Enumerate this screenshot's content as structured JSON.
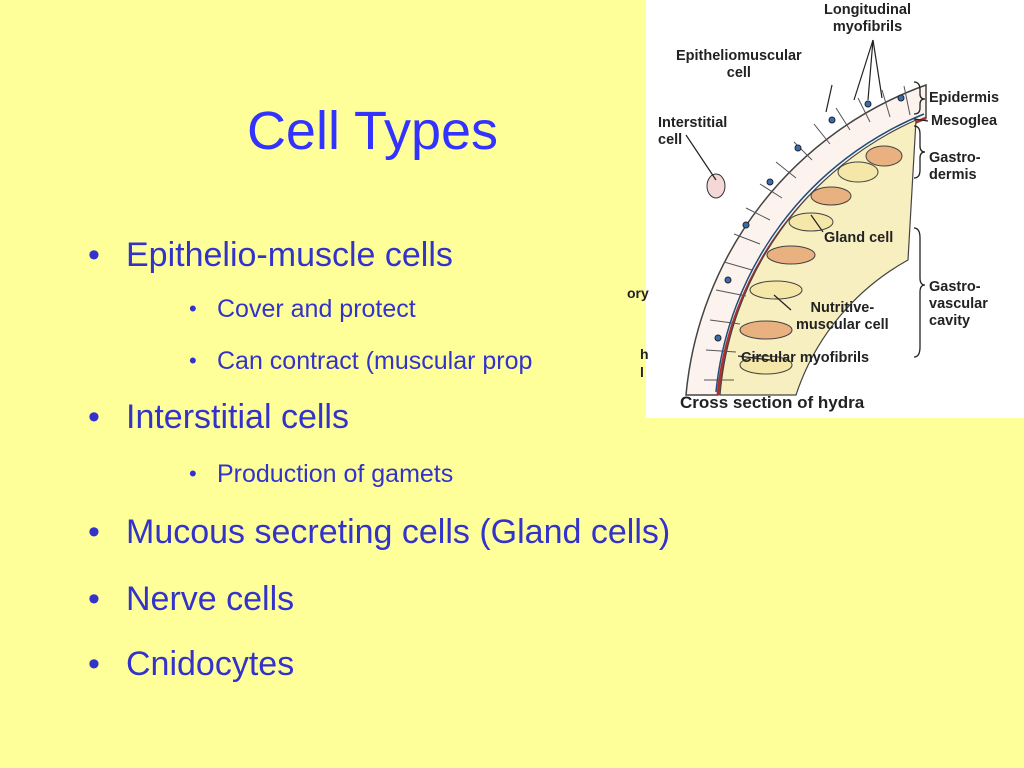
{
  "slide": {
    "title": "Cell Types",
    "bullets": [
      {
        "text": "Epithelio-muscle cells",
        "sub": [
          "Cover and protect",
          "Can contract (muscular prop"
        ]
      },
      {
        "text": "Interstitial cells",
        "sub": [
          "Production of gamets"
        ]
      },
      {
        "text": "Mucous secreting cells (Gland cells)",
        "sub": []
      },
      {
        "text": "Nerve cells",
        "sub": []
      },
      {
        "text": "Cnidocytes",
        "sub": []
      }
    ]
  },
  "figure": {
    "labels": {
      "longitudinal_myofibrils": "Longitudinal\nmyofibrils",
      "epitheliomuscular_cell": "Epitheliomuscular\ncell",
      "interstitial_cell": "Interstitial\ncell",
      "epidermis": "Epidermis",
      "mesoglea": "Mesoglea",
      "gastrodermis": "Gastro-\ndermis",
      "gland_cell": "Gland cell",
      "gastrovascular_cavity": "Gastro-\nvascular\ncavity",
      "nutritive_muscular_cell": "Nutritive-\nmuscular cell",
      "circular_myofibrils": "Circular myofibrils"
    },
    "caption": "Cross section of hydra",
    "fragments": [
      "ory",
      "h",
      "l"
    ]
  },
  "colors": {
    "background": "#ffff99",
    "title": "#3333ff",
    "bullet_text": "#3333cc"
  }
}
